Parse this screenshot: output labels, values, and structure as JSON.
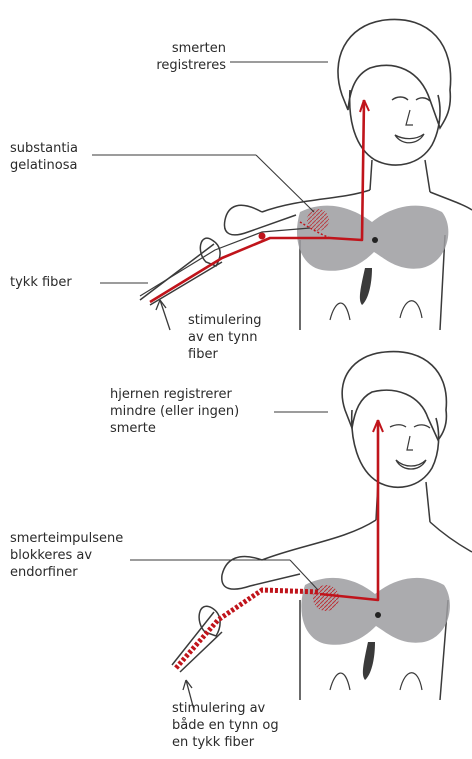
{
  "colors": {
    "ink": "#3a3a3a",
    "nerve": "#c0141b",
    "cord": "#9c9ca0",
    "skin": "#ffffff"
  },
  "top_panel": {
    "label_pain_registered": [
      "smerten",
      "registreres"
    ],
    "label_substantia": [
      "substantia",
      "gelatinosa"
    ],
    "label_thick_fiber": [
      "tykk fiber"
    ],
    "label_stim_thin": [
      "stimulering",
      "av en tynn",
      "fiber"
    ]
  },
  "bottom_panel": {
    "label_brain_less": [
      "hjernen registrerer",
      "mindre (eller ingen)",
      "smerte"
    ],
    "label_blocked": [
      "smerteimpulsene",
      "blokkeres av",
      "endorfiner"
    ],
    "label_stim_both": [
      "stimulering av",
      "både en tynn og",
      "en tykk fiber"
    ]
  }
}
